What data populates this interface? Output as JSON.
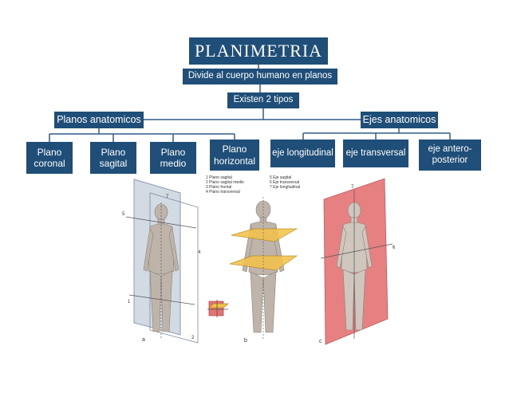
{
  "diagram": {
    "title": "PLANIMETRIA",
    "subtitle": "Divide al cuerpo humano en planos",
    "tipos": "Existen 2 tipos",
    "planos": {
      "label": "Planos anatomicos",
      "items": [
        "Plano coronal",
        "Plano sagital",
        "Plano medio",
        "Plano horizontal"
      ]
    },
    "ejes": {
      "label": "Ejes anatomicos",
      "items": [
        "eje longitudinal",
        "eje transversal",
        "eje antero-posterior"
      ]
    }
  },
  "figure": {
    "legend": [
      "1 Plano sagital",
      "2 Plano sagital medio",
      "3 Plano frontal",
      "4 Plano transversal",
      "5 Eje sagital",
      "6 Eje transversal",
      "7 Eje longitudinal"
    ],
    "panel_labels": [
      "a",
      "b",
      "c"
    ],
    "axis_numbers_a": [
      "5",
      "7",
      "1",
      "2",
      "4"
    ],
    "axis_numbers_c": [
      "7",
      "6"
    ]
  },
  "colors": {
    "box": "#1f4e79",
    "connector": "#2e5c8a",
    "coronal_plane": "#e57373",
    "horizontal_plane": "#f3c24b",
    "figure_skin": "#cfc6bd"
  }
}
